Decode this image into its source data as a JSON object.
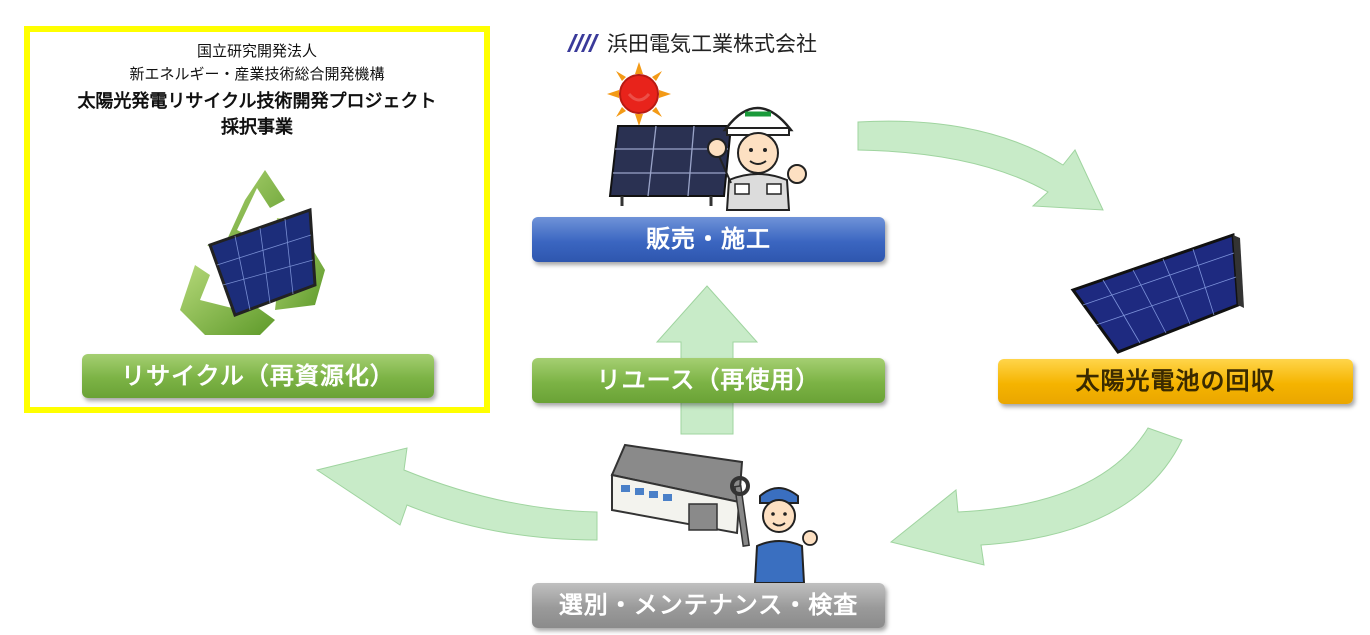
{
  "company": {
    "name": "浜田電気工業株式会社"
  },
  "nedo_box": {
    "line1": "国立研究開発法人",
    "line2": "新エネルギー・産業技術総合開発機構",
    "line3": "太陽光発電リサイクル技術開発プロジェクト",
    "line4": "採択事業"
  },
  "steps": {
    "sales": "販売・施工",
    "collection": "太陽光電池の回収",
    "inspection": "選別・メンテナンス・検査",
    "reuse": "リユース（再使用）",
    "recycle": "リサイクル（再資源化）"
  },
  "icons": [
    "company-logo-icon",
    "sun-icon",
    "solar-panel-icon",
    "worker-icon",
    "recycle-icon",
    "factory-icon",
    "wrench-icon"
  ],
  "colors": {
    "blue": "#3b66c1",
    "green": "#7cb345",
    "orange": "#f5b400",
    "gray": "#9a9a9a",
    "yellow_border": "#ffff00",
    "arrow_green": "#c8ebc8"
  }
}
